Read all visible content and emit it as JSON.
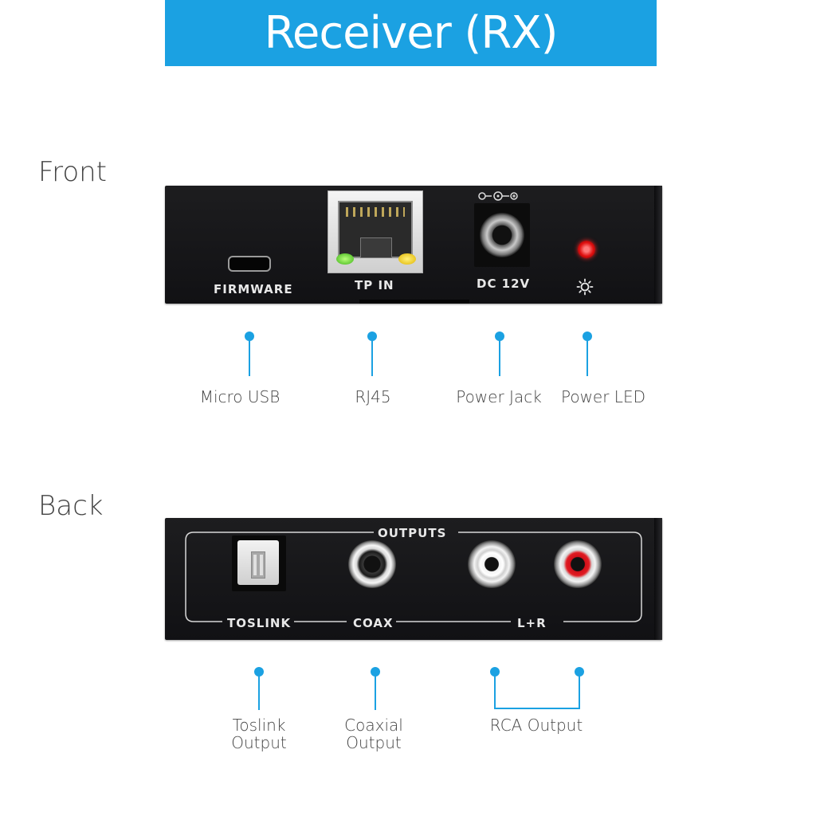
{
  "banner": {
    "title": "Receiver (RX)",
    "color": "#1ba1e2"
  },
  "sections": {
    "front": "Front",
    "back": "Back"
  },
  "front_panel": {
    "firmware": "FIRMWARE",
    "tp_in": "TP IN",
    "dc": "DC 12V"
  },
  "back_panel": {
    "outputs": "OUTPUTS",
    "toslink": "TOSLINK",
    "coax": "COAX",
    "lr": "L+R"
  },
  "front_callouts": [
    "Micro USB",
    "RJ45",
    "Power Jack",
    "Power LED"
  ],
  "back_callouts": {
    "toslink": [
      "Toslink",
      "Output"
    ],
    "coaxial": [
      "Coaxial",
      "Output"
    ],
    "rca": "RCA Output"
  },
  "icons": {
    "led": "sun-icon",
    "polarity": "dc-polarity-icon"
  }
}
